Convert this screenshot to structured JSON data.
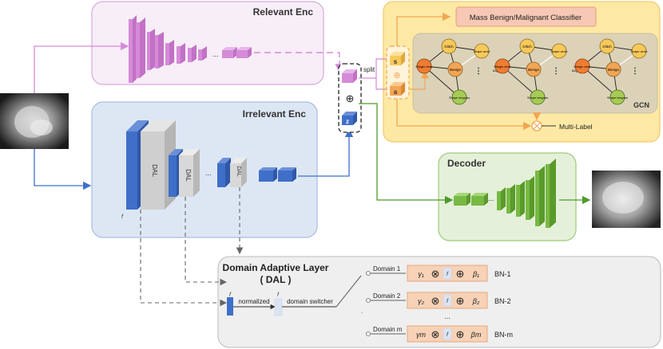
{
  "relevant_enc": {
    "title": "Relevant Enc"
  },
  "irrelevant_enc": {
    "title": "Irrelevant Enc",
    "dal_label": "DAL",
    "feature_label": "f",
    "ellipsis": "..."
  },
  "classifier": {
    "label": "Mass Benign/Malignant Classifier"
  },
  "latent": {
    "s": "s",
    "z": "z",
    "a": "a",
    "split": "split",
    "oplus": "⊕"
  },
  "gcn": {
    "label": "GCN",
    "nodes": {
      "glitch": "Glitch",
      "shape_circle": "Shape circle",
      "margin_clear": "Margin clear",
      "benign": "Benign",
      "shape_irregular": "Shape irregular"
    }
  },
  "multi_label": "Multi-Label",
  "decoder": {
    "title": "Decoder"
  },
  "dal_panel": {
    "title_line1": "Domain Adaptive Layer",
    "title_line2": "( DAL )",
    "normalized": "normalized",
    "domain_switcher": "domain switcher",
    "f": "f",
    "domains": [
      {
        "name": "Domain 1",
        "gamma": "γ₁",
        "beta": "β₁",
        "bn": "BN-1"
      },
      {
        "name": "Domain 2",
        "gamma": "γ₂",
        "beta": "β₂",
        "bn": "BN-2"
      },
      {
        "name": "Domain m",
        "gamma": "γm",
        "beta": "βm",
        "bn": "BN-m"
      }
    ],
    "ellipsis": "...",
    "otimes": "⊗",
    "oplus": "⊕"
  },
  "colors": {
    "relevant": "#d58bd8",
    "irrelevant": "#3f6fc9",
    "decoder": "#78b944",
    "gcn_bg": "#fde9a4",
    "orange": "#f2a654"
  }
}
